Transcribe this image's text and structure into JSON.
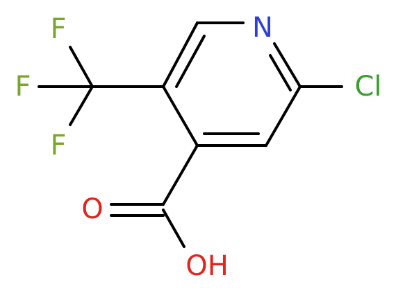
{
  "molecule": {
    "atoms": [
      {
        "id": "N",
        "label": "N",
        "color": "#2a3fdc"
      },
      {
        "id": "Cl",
        "label": "Cl",
        "color": "#39a02b"
      },
      {
        "id": "F1",
        "label": "F",
        "color": "#79a72b"
      },
      {
        "id": "F2",
        "label": "F",
        "color": "#79a72b"
      },
      {
        "id": "F3",
        "label": "F",
        "color": "#79a72b"
      },
      {
        "id": "O1",
        "label": "O",
        "color": "#e0261f"
      },
      {
        "id": "OH",
        "label": "OH",
        "color": "#e0261f"
      }
    ],
    "bond_color": "#000000"
  }
}
